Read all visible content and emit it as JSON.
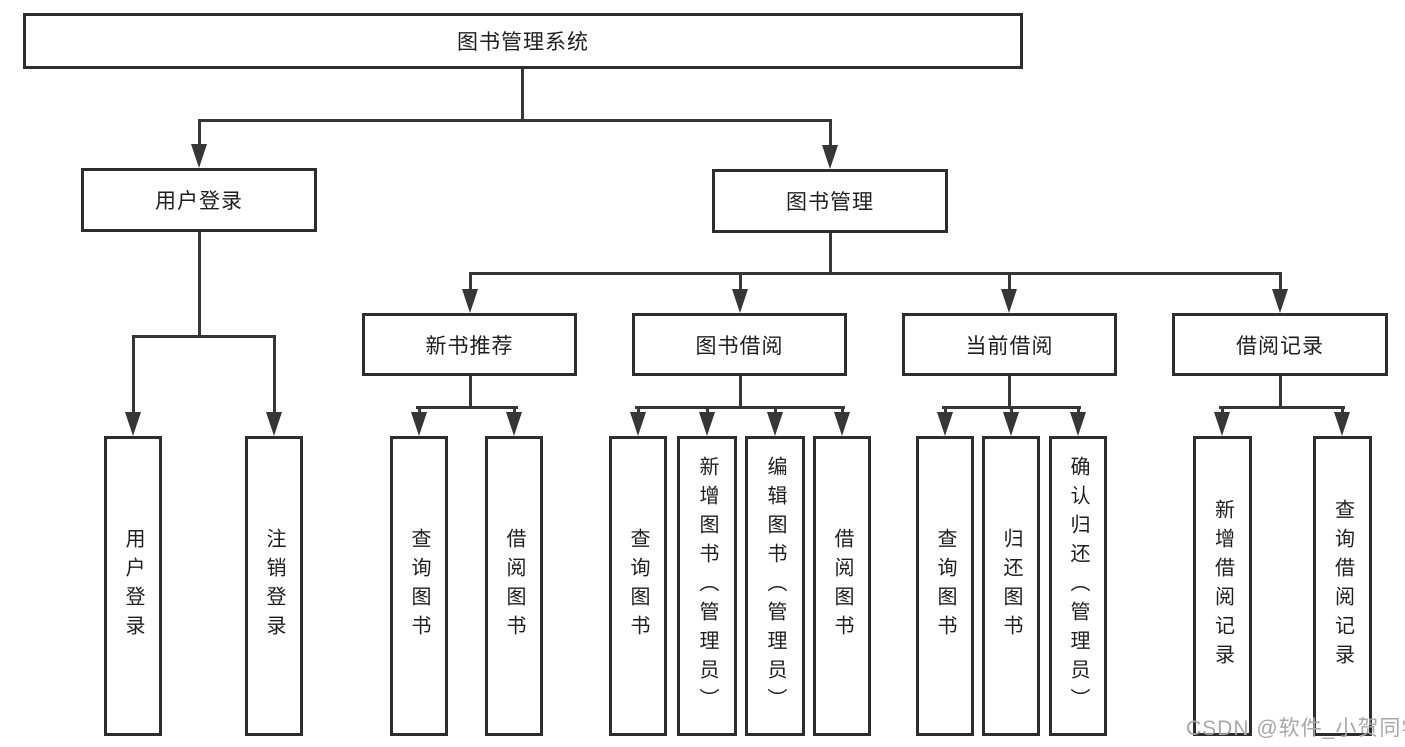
{
  "colors": {
    "line": "#363636",
    "box_border": "#2d2d2d",
    "box_fill": "#ffffff",
    "text": "#1e1e1e",
    "watermark": "#a8a8a8"
  },
  "watermark": {
    "text": "CSDN @软件_小贺同学"
  },
  "diagram": {
    "type": "hierarchy-tree",
    "root": {
      "label": "图书管理系统",
      "children": [
        {
          "label": "用户登录",
          "children": [
            {
              "label": "用户登录"
            },
            {
              "label": "注销登录"
            }
          ]
        },
        {
          "label": "图书管理",
          "children": [
            {
              "label": "新书推荐",
              "children": [
                {
                  "label": "查询图书"
                },
                {
                  "label": "借阅图书"
                }
              ]
            },
            {
              "label": "图书借阅",
              "children": [
                {
                  "label": "查询图书"
                },
                {
                  "label": "新增图书（管理员）"
                },
                {
                  "label": "编辑图书（管理员）"
                },
                {
                  "label": "借阅图书"
                }
              ]
            },
            {
              "label": "当前借阅",
              "children": [
                {
                  "label": "查询图书"
                },
                {
                  "label": "归还图书"
                },
                {
                  "label": "确认归还（管理员）"
                }
              ]
            },
            {
              "label": "借阅记录",
              "children": [
                {
                  "label": "新增借阅记录"
                },
                {
                  "label": "查询借阅记录"
                }
              ]
            }
          ]
        }
      ]
    }
  }
}
